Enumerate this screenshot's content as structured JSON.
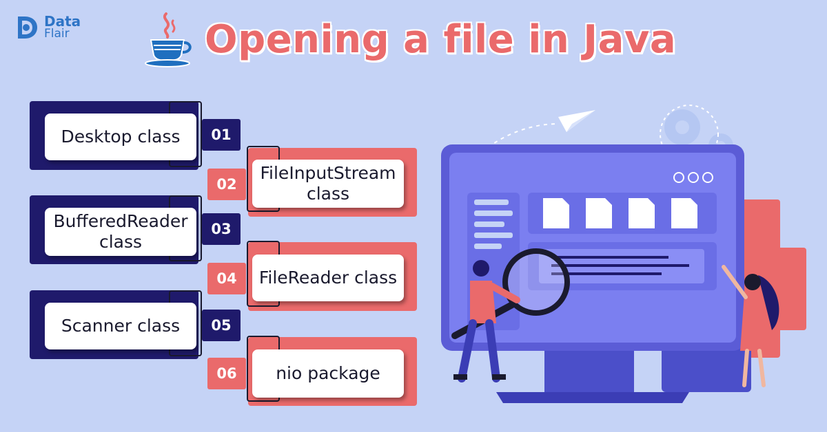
{
  "logo": {
    "line1": "Data",
    "line2": "Flair"
  },
  "title": "Opening a file in Java",
  "items": [
    {
      "number": "01",
      "label": "Desktop class"
    },
    {
      "number": "02",
      "label": "FileInputStream\nclass"
    },
    {
      "number": "03",
      "label": "BufferedReader\nclass"
    },
    {
      "number": "04",
      "label": "FileReader class"
    },
    {
      "number": "05",
      "label": "Scanner class"
    },
    {
      "number": "06",
      "label": "nio package"
    }
  ],
  "colors": {
    "background": "#c5d3f6",
    "navy": "#1f1a6b",
    "coral": "#ea6a6b",
    "monitor": "#5b5cd6"
  }
}
